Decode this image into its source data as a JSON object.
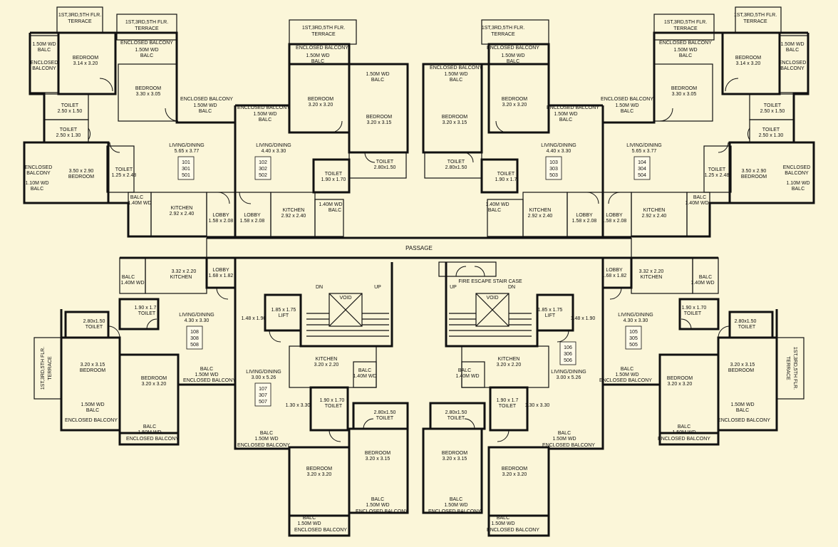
{
  "passage": "PASSAGE",
  "fire_escape": "FIRE ESCAPE STAIR CASE",
  "stair": {
    "void": "VOID",
    "dn": "DN",
    "up": "UP"
  },
  "units_top": {
    "u1": {
      "terrace1": [
        "1ST,3RD,5TH FLR.",
        "TERRACE"
      ],
      "terrace2": [
        "1ST,3RD,5TH FLR.",
        "TERRACE"
      ],
      "balc_wd": [
        "1.50M WD",
        "BALC"
      ],
      "enc_balc": [
        "ENCLOSED",
        "BALCONY"
      ],
      "bedroom1": [
        "BEDROOM",
        "3.14 x 3.20"
      ],
      "enclosed_balcony": "ENCLOSED BALCONY",
      "balc2": [
        "1.50M WD",
        "BALC"
      ],
      "bedroom2": [
        "BEDROOM",
        "3.30 x 3.05"
      ],
      "toilet1": [
        "TOILET",
        "2.50 x 1.50"
      ],
      "toilet2": [
        "TOILET",
        "2.50 x 1.30"
      ],
      "enc_balc2": [
        "ENCLOSED",
        "BALCONY"
      ],
      "balc3": [
        "1.10M WD",
        "BALC"
      ],
      "bedroom3": [
        "3.50 x 2.90",
        "BEDROOM"
      ],
      "toilet3": [
        "TOILET",
        "1.25 x 2.48"
      ],
      "living": [
        "LIVING/DINING",
        "5.65 x 3.77"
      ],
      "nums": [
        "101",
        "301",
        "501"
      ],
      "enc3": "ENCLOSED BALCONY",
      "balc4": [
        "1.50M WD",
        "BALC"
      ],
      "balc5": [
        "BALC",
        "1.40M WD"
      ],
      "kitchen": [
        "KITCHEN",
        "2.92 x 2.40"
      ],
      "lobby": [
        "LOBBY",
        "1.58 x 2.08"
      ]
    },
    "u2": {
      "terrace": [
        "1ST,3RD,5TH FLR.",
        "TERRACE"
      ],
      "enc1": "ENCLOSED BALCONY",
      "balc1": [
        "1.50M WD",
        "BALC"
      ],
      "bedroom1": [
        "BEDROOM",
        "3.20 x 3.20"
      ],
      "enc2": "ENCLOSED BALCONY",
      "balc2": [
        "1.50M WD",
        "BALC"
      ],
      "balc3": [
        "1.50M WD",
        "BALC"
      ],
      "bedroom2": [
        "BEDROOM",
        "3.20 x 3.15"
      ],
      "toilet1": [
        "TOILET",
        "2.80x1.50"
      ],
      "living": [
        "LIVING/DINING",
        "4.40 x 3.30"
      ],
      "nums": [
        "102",
        "302",
        "502"
      ],
      "toilet2": [
        "TOILET",
        "1.90 x 1.70"
      ],
      "kitchen": [
        "KITCHEN",
        "2.92 x 2.40"
      ],
      "balc4": [
        "1.40M WD",
        "BALC"
      ],
      "lobby": [
        "LOBBY",
        "1.58 x 2.08"
      ]
    },
    "u3": {
      "terrace": [
        "1ST,3RD,5TH FLR.",
        "TERRACE"
      ],
      "enc1": "ENCLOSED BALCONY",
      "balc1": [
        "1.50M WD",
        "BALC"
      ],
      "enc2": "ENCLOSED BALCONY",
      "balc2": [
        "1.50M WD",
        "BALC"
      ],
      "bedroom1": [
        "BEDROOM",
        "3.20 x 3.20"
      ],
      "bedroom2": [
        "BEDROOM",
        "3.20 x 3.15"
      ],
      "enc3": "ENCLOSED BALCONY",
      "balc3": [
        "1.50M WD",
        "BALC"
      ],
      "toilet1": [
        "TOILET",
        "2.80x1.50"
      ],
      "living": [
        "LIVING/DINING",
        "4.40 x 3.30"
      ],
      "nums": [
        "103",
        "303",
        "503"
      ],
      "toilet2": [
        "TOILET",
        "1.90 x 1.7"
      ],
      "balc4": [
        "1.40M WD",
        "BALC"
      ],
      "kitchen": [
        "KITCHEN",
        "2.92 x 2.40"
      ],
      "lobby": [
        "LOBBY",
        "1.58 x 2.08"
      ]
    },
    "u4": {
      "terrace1": [
        "1ST,3RD,5TH FLR.",
        "TERRACE"
      ],
      "terrace2": [
        "1ST,3RD,5TH FLR.",
        "TERRACE"
      ],
      "enc1": "ENCLOSED BALCONY",
      "balc1": [
        "1.50M WD",
        "BALC"
      ],
      "bedroom1": [
        "BEDROOM",
        "3.14 x 3.20"
      ],
      "balc2": [
        "1.50M WD",
        "BALC"
      ],
      "enc_balc": [
        "ENCLOSED",
        "BALCONY"
      ],
      "bedroom2": [
        "BEDROOM",
        "3.30 x 3.05"
      ],
      "enc2": "ENCLOSED BALCONY",
      "balc3": [
        "1.50M WD",
        "BALC"
      ],
      "toilet1": [
        "TOILET",
        "2.50 x 1.50"
      ],
      "toilet2": [
        "TOILET",
        "2.50 x 1.30"
      ],
      "living": [
        "LIVING/DINING",
        "5.65 x 3.77"
      ],
      "nums": [
        "104",
        "304",
        "504"
      ],
      "toilet3": [
        "TOILET",
        "1.25 x 2.48"
      ],
      "bedroom3": [
        "3.50 x 2.90",
        "BEDROOM"
      ],
      "enc_balc2": [
        "ENCLOSED",
        "BALCONY"
      ],
      "balc4": [
        "1.10M WD",
        "BALC"
      ],
      "balc5": [
        "BALC",
        "1.40M WD"
      ],
      "kitchen": [
        "KITCHEN",
        "2.92 x 2.40"
      ],
      "lobby": [
        "LOBBY",
        "1.58 x 2.08"
      ]
    }
  },
  "units_bottom": {
    "u8": {
      "balc": [
        "BALC",
        "1.40M WD"
      ],
      "kitchen": [
        "3.32 x 2.20",
        "KITCHEN"
      ],
      "lobby": [
        "LOBBY",
        "1.68 x 1.82"
      ],
      "toilet1": [
        "1.90 x 1.7",
        "TOILET"
      ],
      "living": [
        "LIVING/DINING",
        "4.30 x 3.30"
      ],
      "nums": [
        "108",
        "308",
        "508"
      ],
      "toilet2": [
        "2.80x1.50",
        "TOILET"
      ],
      "terrace": [
        "1ST,3RD,5TH FLR.",
        "TERRACE"
      ],
      "bedroom1": [
        "3.20 x 3.15",
        "BEDROOM"
      ],
      "bedroom2": [
        "BEDROOM",
        "3.20 x 3.20"
      ],
      "balc2": [
        "BALC",
        "1.50M WD"
      ],
      "enc1": "ENCLOSED BALCONY",
      "balc3": [
        "1.50M WD",
        "BALC"
      ],
      "enc2": "ENCLOSED BALCONY",
      "balc4": [
        "BALC",
        "1.50M WD"
      ],
      "enc3": "ENCLOSED BALCONY"
    },
    "u7": {
      "lobby": "1.48 x 1.90",
      "lift": [
        "1.85 x 1.75",
        "LIFT"
      ],
      "living": [
        "LIVING/DINING",
        "3.00 x 5.26"
      ],
      "nums": [
        "107",
        "307",
        "507"
      ],
      "kitchen": [
        "KITCHEN",
        "3.20 x 2.20"
      ],
      "balc1": [
        "BALC",
        "1.40M WD"
      ],
      "passage": "1.30 x 3.30",
      "toilet1": [
        "1.90 x 1.70",
        "TOILET"
      ],
      "toilet2": [
        "2.80x1.50",
        "TOILET"
      ],
      "balc2": [
        "BALC",
        "1.50M WD"
      ],
      "enc1": "ENCLOSED BALCONY",
      "bedroom1": [
        "BEDROOM",
        "3.20 x 3.20"
      ],
      "bedroom2": [
        "BEDROOM",
        "3.20 x 3.15"
      ],
      "balc3": [
        "BALC",
        "1.50M WD"
      ],
      "enc2": "ENCLOSED BALCONY",
      "balc4": [
        "BALC",
        "1.50M WD"
      ],
      "enc3": "ENCLOSED BALCONY"
    },
    "u6": {
      "lift": [
        "1.85 x 1.75",
        "LIFT"
      ],
      "lobby": "1.48 x 1.90",
      "nums": [
        "106",
        "306",
        "506"
      ],
      "living": [
        "LIVING/DINING",
        "3.00 x 5.26"
      ],
      "kitchen": [
        "KITCHEN",
        "3.20 x 2.20"
      ],
      "balc1": [
        "BALC",
        "1.40M WD"
      ],
      "toilet1": [
        "1.90 x 1.7",
        "TOILET"
      ],
      "passage": "1.30 x 3.30",
      "toilet2": [
        "2.80x1.50",
        "TOILET"
      ],
      "balc2": [
        "BALC",
        "1.50M WD"
      ],
      "enc1": "ENCLOSED BALCONY",
      "bedroom1": [
        "BEDROOM",
        "3.20 x 3.15"
      ],
      "bedroom2": [
        "BEDROOM",
        "3.20 x 3.20"
      ],
      "balc3": [
        "BALC",
        "1.50M WD"
      ],
      "enc2": "ENCLOSED BALCONY",
      "balc4": [
        "BALC",
        "1.50M WD"
      ],
      "enc3": "ENCLOSED BALCONY"
    },
    "u5": {
      "lobby": [
        "LOBBY",
        "1.68 x 1.82"
      ],
      "kitchen": [
        "3.32 x 2.20",
        "KITCHEN"
      ],
      "balc": [
        "BALC",
        "1.40M WD"
      ],
      "toilet1": [
        "1.90 x 1.70",
        "TOILET"
      ],
      "living": [
        "LIVING/DINING",
        "4.30 x 3.30"
      ],
      "nums": [
        "105",
        "305",
        "505"
      ],
      "toilet2": [
        "2.80x1.50",
        "TOILET"
      ],
      "terrace": [
        "TERRACE",
        "1ST,3RD,5TH FLR."
      ],
      "bedroom1": [
        "3.20 x 3.15",
        "BEDROOM"
      ],
      "bedroom2": [
        "BEDROOM",
        "3.20 x 3.20"
      ],
      "balc2": [
        "BALC",
        "1.50M WD"
      ],
      "enc1": "ENCLOSED BALCONY",
      "balc3": [
        "1.50M WD",
        "BALC"
      ],
      "enc2": "ENCLOSED BALCONY",
      "balc4": [
        "BALC",
        "1.50M WD"
      ],
      "enc3": "ENCLOSED BALCONY"
    }
  }
}
